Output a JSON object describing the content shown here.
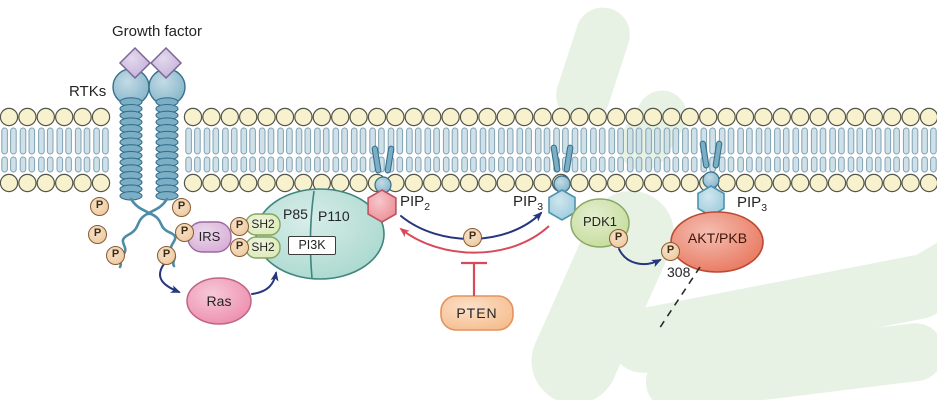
{
  "labels": {
    "growth_factor": "Growth factor",
    "rtks": "RTKs",
    "irs": "IRS",
    "sh2_top": "SH2",
    "sh2_bottom": "SH2",
    "p85": "P85",
    "p110": "P110",
    "pi3k": "PI3K",
    "pip2_base": "PIP",
    "pip2_sub": "2",
    "pip3_base": "PIP",
    "pip3_sub": "3",
    "ras": "Ras",
    "pten": "PTEN",
    "pdk1": "PDK1",
    "akt": "AKT/PKB",
    "thr_site": "308",
    "phospho": "P"
  },
  "colors": {
    "membrane_head": "#f7f2cd",
    "membrane_outline": "#54564a",
    "membrane_tail": "#cfe0e8",
    "membrane_tail_outline": "#7fa3b5",
    "receptor": "#7cafc6",
    "receptor_outline": "#35708c",
    "growth_factor": "#c0abd7",
    "irs": "#d5a8d5",
    "sh2": "#d9e9b4",
    "pi3k": "#a5d6cc",
    "ras": "#ec86a8",
    "pip2": "#ec858e",
    "pip3": "#96c8da",
    "pten": "#f5ba88",
    "pdk1": "#c2da95",
    "akt": "#e76f54",
    "phospho": "#ecc392",
    "arrow_blue": "#28367e",
    "arrow_red": "#d84a5a",
    "dashed_line": "#2a2a2a",
    "watermark": "#e7f2e5",
    "text": "#242424"
  }
}
